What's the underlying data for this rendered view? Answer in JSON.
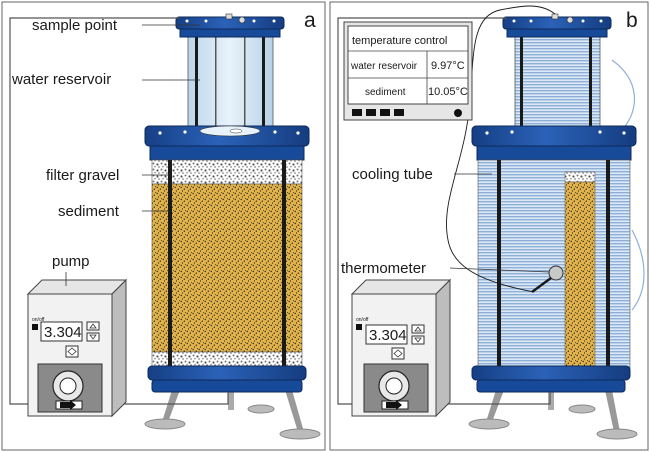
{
  "panel_a": {
    "letter": "a",
    "labels": {
      "sample_point": "sample point",
      "water_reservoir": "water reservoir",
      "filter_gravel": "filter gravel",
      "sediment": "sediment",
      "pump": "pump"
    },
    "pump_display": "3.304",
    "pump_switch": "on/off"
  },
  "panel_b": {
    "letter": "b",
    "labels": {
      "cooling_tube": "cooling tube",
      "thermometer": "thermometer"
    },
    "temperature_control": {
      "title": "temperature control",
      "rows": [
        {
          "name": "water reservoir",
          "value": "9.97°C"
        },
        {
          "name": "sediment",
          "value": "10.05°C"
        }
      ]
    },
    "pump_display": "3.304",
    "pump_switch": "on/off"
  },
  "colors": {
    "column_blue": "#1c4fa0",
    "sediment_yellow": "#e2b34a",
    "water_light": "#cfe3f2",
    "cooling_blue": "#a9c6e6",
    "pump_gray": "#c7c7c7"
  }
}
